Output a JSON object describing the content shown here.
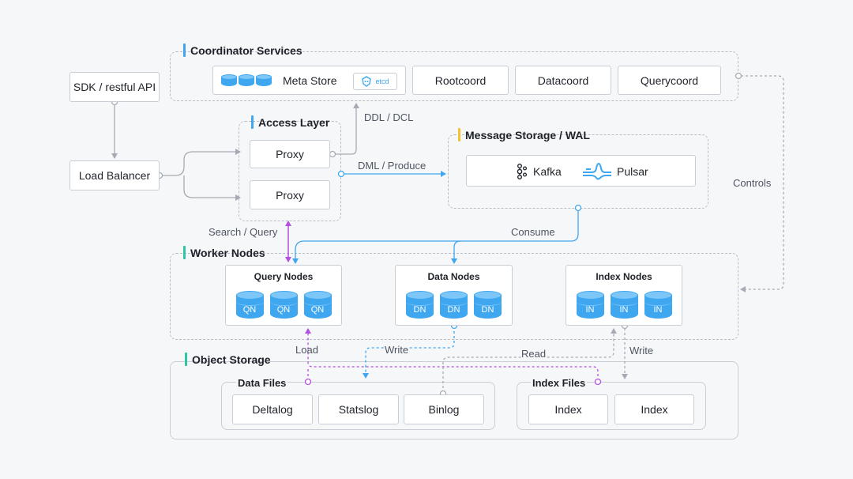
{
  "groups": {
    "coordinator": "Coordinator Services",
    "access": "Access Layer",
    "message": "Message Storage / WAL",
    "worker": "Worker Nodes",
    "object": "Object Storage"
  },
  "boxes": {
    "sdk": "SDK / restful API",
    "load_balancer": "Load Balancer",
    "meta_store": "Meta Store",
    "etcd": "etcd",
    "rootcoord": "Rootcoord",
    "datacoord": "Datacoord",
    "querycoord": "Querycoord",
    "proxy1": "Proxy",
    "proxy2": "Proxy",
    "kafka": "Kafka",
    "pulsar": "Pulsar"
  },
  "nodes": {
    "query": {
      "title": "Query Nodes",
      "cyl": [
        "QN",
        "QN",
        "QN"
      ]
    },
    "data": {
      "title": "Data Nodes",
      "cyl": [
        "DN",
        "DN",
        "DN"
      ]
    },
    "index": {
      "title": "Index Nodes",
      "cyl": [
        "IN",
        "IN",
        "IN"
      ]
    }
  },
  "files": {
    "data_title": "Data Files",
    "index_title": "Index Files",
    "deltalog": "Deltalog",
    "statslog": "Statslog",
    "binlog": "Binlog",
    "index1": "Index",
    "index2": "Index"
  },
  "edges": {
    "ddl": "DDL / DCL",
    "dml": "DML / Produce",
    "search": "Search / Query",
    "consume": "Consume",
    "controls": "Controls",
    "load": "Load",
    "write1": "Write",
    "read": "Read",
    "write2": "Write"
  },
  "colors": {
    "blue_accent": "#3fa6f0",
    "teal_accent": "#2ec4a6",
    "yellow_accent": "#f2c230",
    "purple_line": "#b44fe0",
    "gray_line": "#a6abb3"
  }
}
